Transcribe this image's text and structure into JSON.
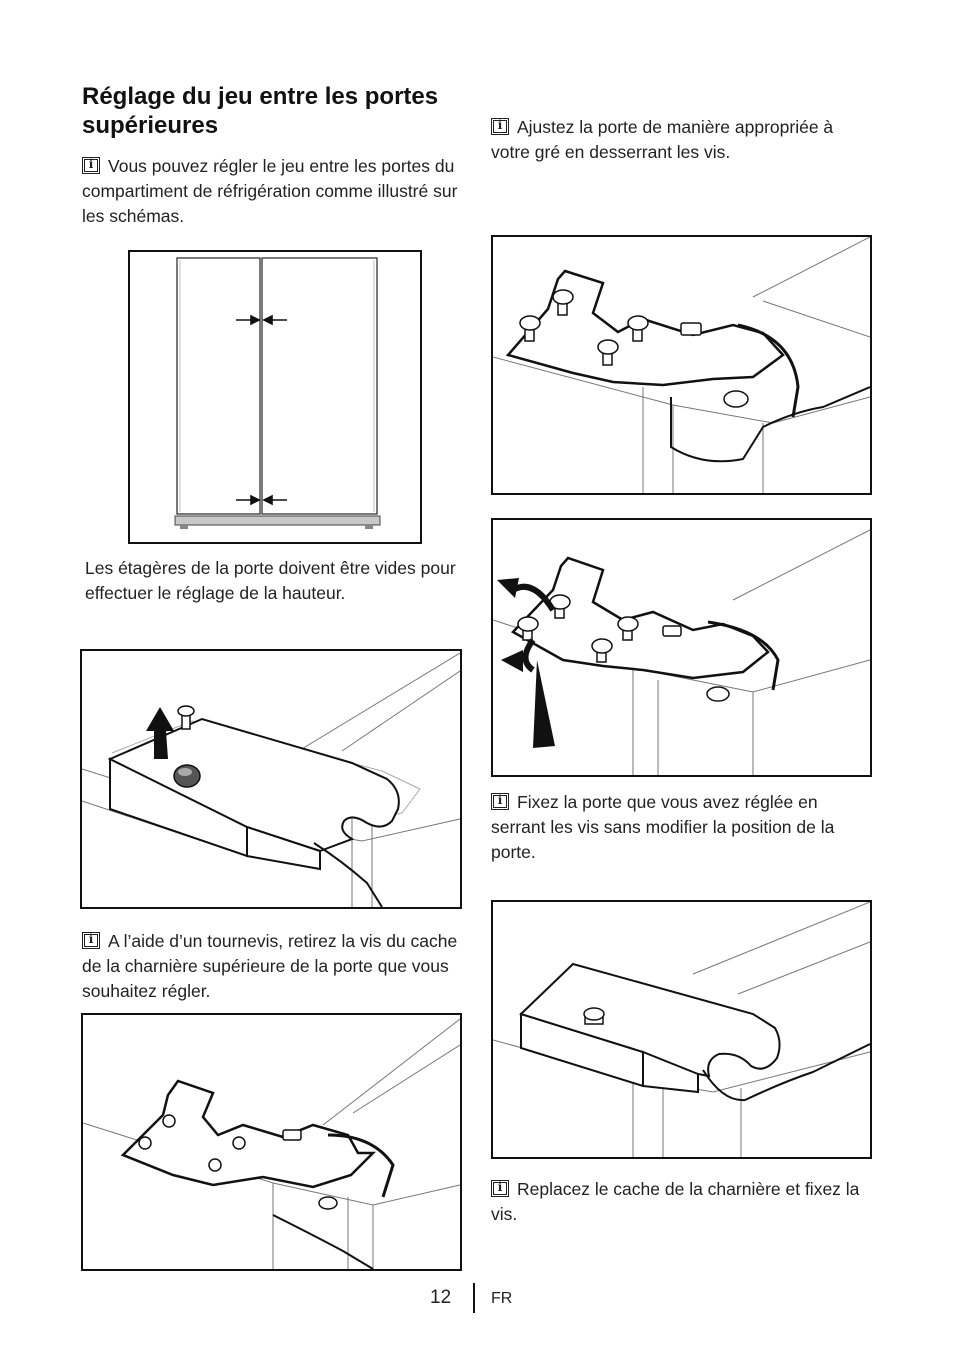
{
  "heading": "Réglage du jeu entre les portes supérieures",
  "left": {
    "intro": "Vous pouvez régler le jeu entre les portes du compartiment de réfrigération comme illustré sur les schémas.",
    "shelves_note": "Les étagères de la porte doivent être vides pour effectuer le réglage de la hauteur.",
    "remove_screw": "A l’aide d’un tournevis, retirez la vis du cache de la charnière supérieure de la porte que vous souhaitez régler."
  },
  "right": {
    "adjust": "Ajustez la porte de manière appropriée à votre gré en desserrant les vis.",
    "fix": "Fixez la porte que vous avez réglée en serrant les vis sans modifier la position de la porte.",
    "replace": "Replacez le cache de la charnière et fixez la vis."
  },
  "footer": {
    "page": "12",
    "lang": "FR"
  },
  "icons": [
    "info-icon",
    "rotate-arrow-icon",
    "up-arrow-icon"
  ]
}
